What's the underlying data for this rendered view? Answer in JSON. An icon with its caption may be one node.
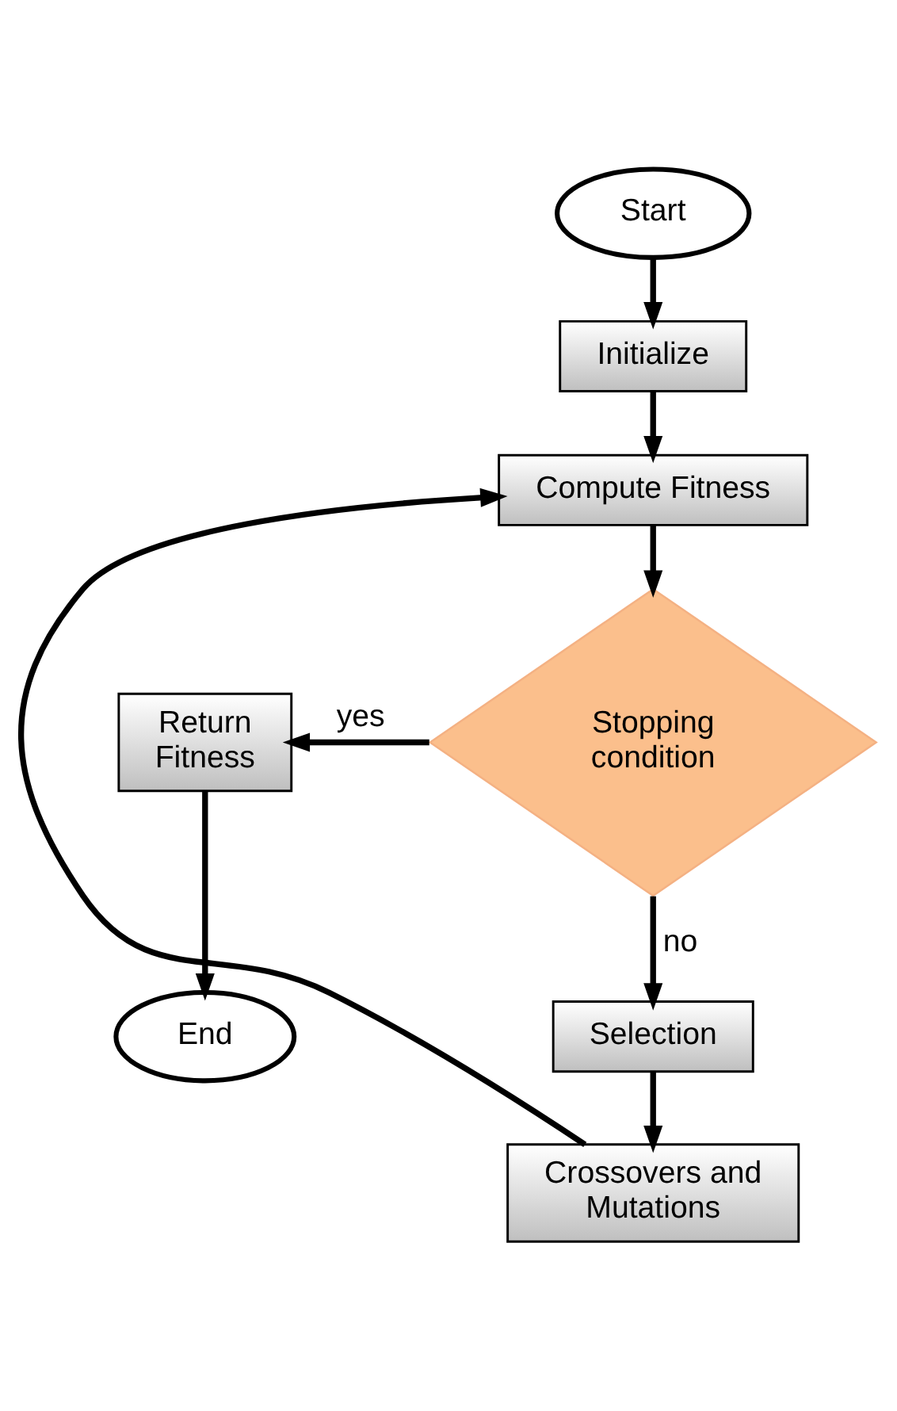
{
  "diagram": {
    "nodes": [
      {
        "text": [
          "Start"
        ]
      },
      {
        "text": [
          "Initialize"
        ]
      },
      {
        "text": [
          "Compute Fitness"
        ]
      },
      {
        "text": [
          "Stopping condition"
        ]
      },
      {
        "text": [
          "Return Fitness"
        ]
      },
      {
        "text": [
          "End"
        ]
      },
      {
        "text": [
          "Selection"
        ]
      },
      {
        "text": [
          "Crossovers and Mutations"
        ]
      }
    ],
    "edges": [
      {
        "from": 0,
        "to": 1,
        "arrow": "to"
      },
      {
        "from": 1,
        "to": 2,
        "arrow": "to"
      },
      {
        "from": 2,
        "to": 3,
        "arrow": "to"
      },
      {
        "from": 3,
        "to": 4,
        "arrow": "to",
        "label": "yes"
      },
      {
        "from": 4,
        "to": 5,
        "arrow": "to"
      },
      {
        "from": 3,
        "to": 6,
        "arrow": "to",
        "label": "no"
      },
      {
        "from": 6,
        "to": 7,
        "arrow": "to"
      },
      {
        "from": 7,
        "to": 2,
        "arrow": "to"
      }
    ]
  }
}
